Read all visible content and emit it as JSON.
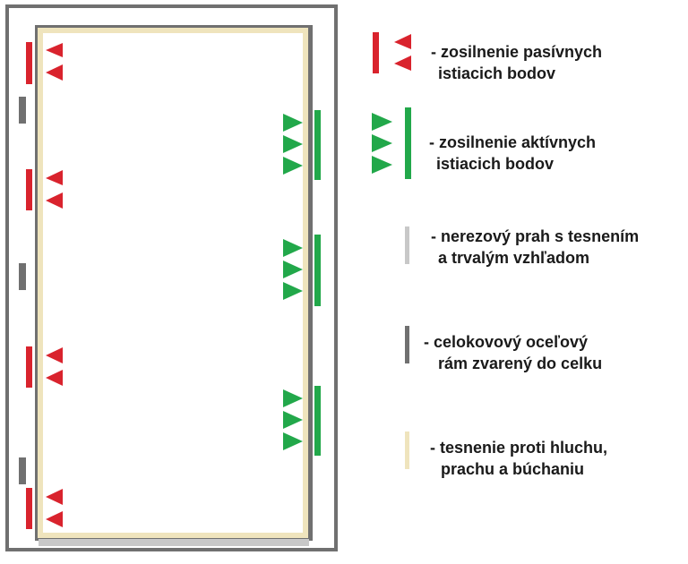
{
  "colors": {
    "passive": "#d9232d",
    "active": "#22a84a",
    "threshold": "#c8c8c8",
    "frame": "#707070",
    "seal": "#efe4bd",
    "background": "#ffffff"
  },
  "legend": [
    {
      "id": "passive",
      "icon": "red-bar-with-triangles-icon",
      "line1": "- zosilnenie pasívnych",
      "line2": "istiacich bodov"
    },
    {
      "id": "active",
      "icon": "green-triangles-with-bar-icon",
      "line1": "- zosilnenie aktívnych",
      "line2": "istiacich bodov"
    },
    {
      "id": "threshold",
      "icon": "light-gray-bar-icon",
      "line1": "- nerezový prah s tesnením",
      "line2": "a trvalým vzhľadom"
    },
    {
      "id": "frame",
      "icon": "dark-gray-bar-icon",
      "line1": "- celokovový oceľový",
      "line2": "rám zvarený do celku"
    },
    {
      "id": "seal",
      "icon": "beige-bar-icon",
      "line1": "- tesnenie proti hluchu,",
      "line2": "prachu a búchaniu"
    }
  ]
}
